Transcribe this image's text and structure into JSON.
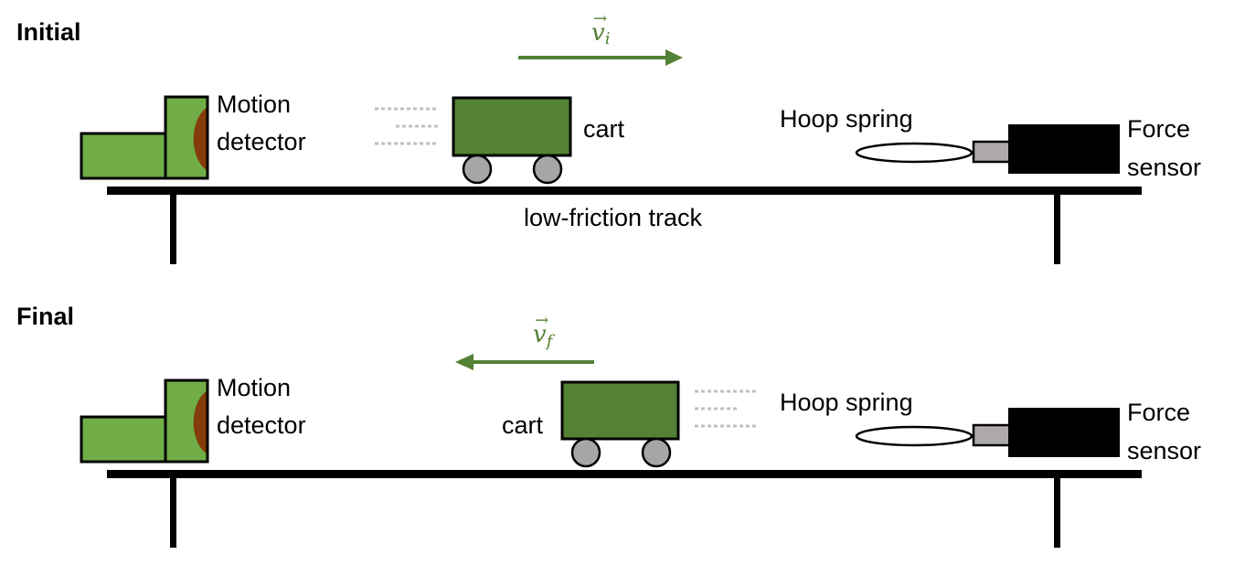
{
  "colors": {
    "detector_green": "#70ad47",
    "detector_lens": "#843c0c",
    "cart_green": "#548235",
    "wheel_gray": "#a6a6a6",
    "arrow_green": "#538135",
    "motion_lines": "#bfbfbf",
    "sensor_black": "#000000",
    "sensor_probe": "#aeaaaa"
  },
  "panels": [
    {
      "title": "Initial",
      "motion_detector_label": [
        "Motion",
        "detector"
      ],
      "cart_label": "cart",
      "spring_label": "Hoop spring",
      "force_sensor_label": [
        "Force",
        "sensor"
      ],
      "track_label": "low-friction track",
      "velocity": {
        "symbol": "v",
        "subscript": "i",
        "arrow": "→",
        "direction": "right"
      }
    },
    {
      "title": "Final",
      "motion_detector_label": [
        "Motion",
        "detector"
      ],
      "cart_label": "cart",
      "spring_label": "Hoop spring",
      "force_sensor_label": [
        "Force",
        "sensor"
      ],
      "velocity": {
        "symbol": "v",
        "subscript": "f",
        "arrow": "→",
        "direction": "left"
      }
    }
  ]
}
